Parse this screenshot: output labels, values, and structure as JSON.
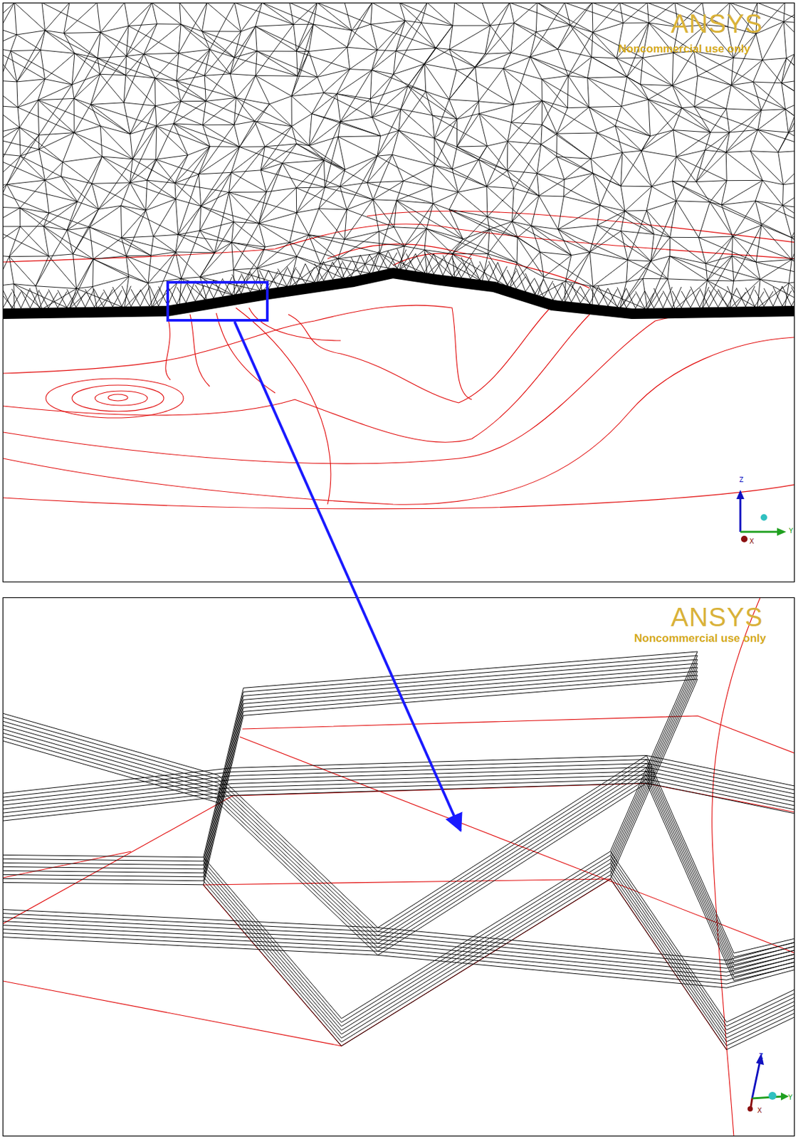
{
  "diagram": {
    "labels": [
      "ANSYS",
      "Noncommercial use only",
      "Z",
      "Y",
      "X",
      "ANSYS",
      "Noncommercial use only",
      "Z",
      "Y",
      "X"
    ]
  }
}
